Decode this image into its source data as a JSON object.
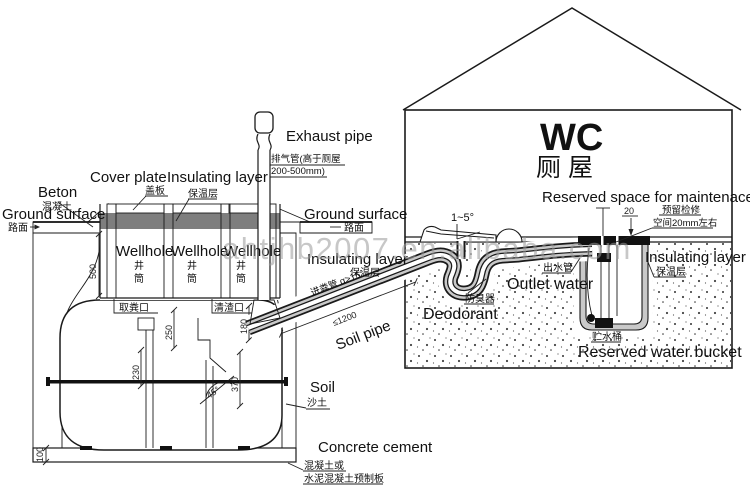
{
  "colors": {
    "insulation_gray": "#7e7e7e",
    "pipe_gray": "#c9c9c9",
    "watermark_gray": "#9a9a9a"
  },
  "watermark": "ahtjhb2007.en.alibaba.com",
  "tank": {
    "beton_en": "Beton",
    "beton_zh": "混凝土",
    "ground_left_en": "Ground surface",
    "ground_left_zh": "路面",
    "cover_plate_en": "Cover plate",
    "cover_plate_zh": "盖板",
    "insulating_top_en": "Insulating layer",
    "insulating_top_zh": "保温层",
    "exhaust_en": "Exhaust pipe",
    "exhaust_zh_line1": "排气管(高于厕屋",
    "exhaust_zh_line2": "200-500mm)",
    "ground_right_en": "Ground surface",
    "ground_right_zh": "路面",
    "wellhole_label": "Wellhole",
    "wellhole_zh_char1": "井",
    "wellhole_zh_char2": "筒",
    "dung_outlet_zh": "取粪口",
    "slag_outlet_zh": "清渣口",
    "dim_500": "500",
    "dim_250": "250",
    "dim_180": "180",
    "dim_230": "230",
    "dim_370": "370",
    "dim_100": "100",
    "angle_45": "45°",
    "insulating_pipe_en": "Insulating layer",
    "insulating_pipe_zh": "保温层",
    "inlet_pipe_zh": "进粪管 α>15°",
    "inlet_pipe_dim": "≤1200",
    "soil_pipe_en": "Soil pipe",
    "soil_en": "Soil",
    "soil_zh": "沙土",
    "concrete_en": "Concrete cement",
    "concrete_zh_line1": "混凝土或",
    "concrete_zh_line2": "水泥混凝土预制板"
  },
  "house": {
    "title_en": "WC",
    "title_zh": "厕 屋",
    "reserved_space_en": "Reserved space for maintenace",
    "reserved_space_zh_line1": "预留检修",
    "reserved_space_zh_line2": "空间20mm左右",
    "dim_20": "20",
    "slope_angle": "1~5°",
    "outlet_water_zh": "出水管",
    "outlet_water_en": "Outlet water",
    "deodorant_zh": "防臭器",
    "deodorant_en": "Deodorant",
    "insulating_en": "Insulating layer",
    "insulating_zh": "保温层",
    "bucket_zh": "贮水桶",
    "bucket_en": "Reserved water bucket"
  }
}
